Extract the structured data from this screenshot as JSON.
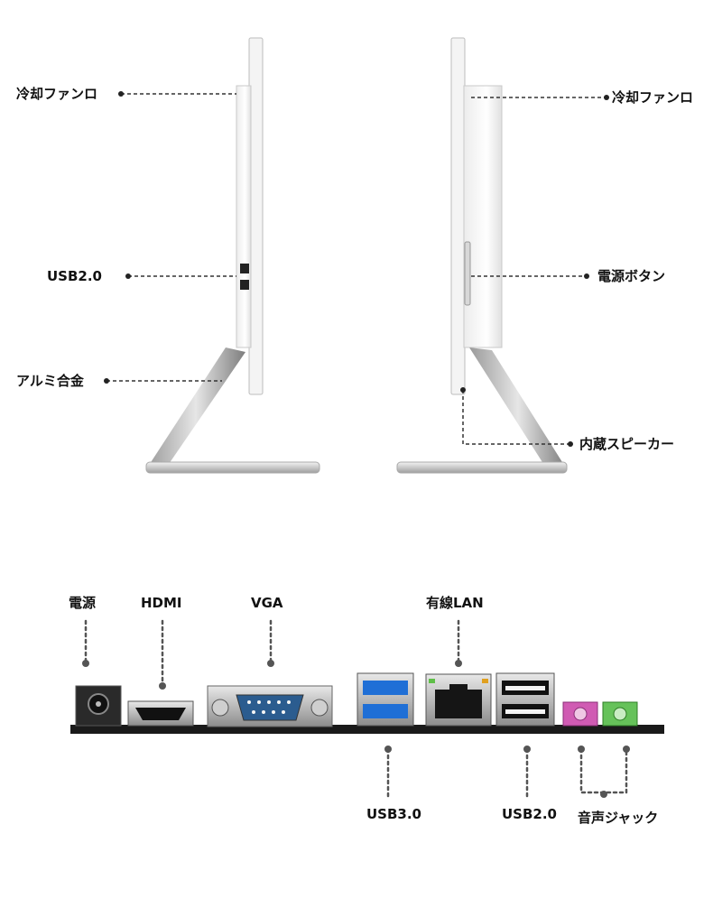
{
  "side_view": {
    "left_labels": {
      "fan_vent": "冷却ファンロ",
      "usb2": "USB2.0",
      "aluminum": "アルミ合金"
    },
    "right_labels": {
      "fan_vent": "冷却ファンロ",
      "power_button": "電源ボタン",
      "speaker": "内蔵スピーカー"
    }
  },
  "port_panel": {
    "top_labels": {
      "power": "電源",
      "hdmi": "HDMI",
      "vga": "VGA",
      "lan": "有線LAN"
    },
    "bottom_labels": {
      "usb3": "USB3.0",
      "usb2": "USB2.0",
      "audio": "音声ジャック"
    }
  },
  "colors": {
    "panel_black": "#1a1a1a",
    "usb3_blue": "#1f6fd6",
    "audio_pink": "#d05bb3",
    "audio_green": "#66c25a",
    "frame_silver": "#c8c8c8"
  }
}
